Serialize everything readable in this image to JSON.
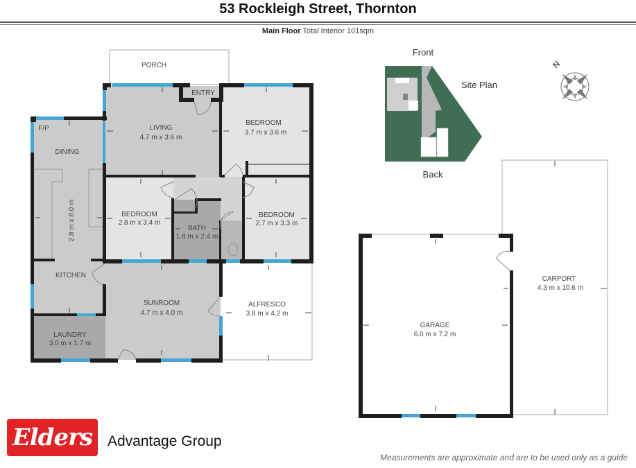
{
  "header": {
    "title": "53 Rockleigh Street, Thornton",
    "floor_label": "Main Floor",
    "interior_label": "Total Interior  101sqm"
  },
  "rooms": {
    "porch": {
      "name": "PORCH"
    },
    "entry": {
      "name": "ENTRY"
    },
    "living": {
      "name": "LIVING",
      "size": "4.7 m x 3.6 m"
    },
    "bedroom1": {
      "name": "BEDROOM",
      "size": "3.7 m x 3.6 m"
    },
    "fireplace": {
      "name": "F/P"
    },
    "dining": {
      "name": "DINING"
    },
    "dining_kitchen_size": "2.8 m x 8.0 m",
    "bedroom2": {
      "name": "BEDROOM",
      "size": "2.8 m x 3.4 m"
    },
    "bath": {
      "name": "BATH",
      "size": "1.8 m x 2.4 m"
    },
    "bedroom3": {
      "name": "BEDROOM",
      "size": "2.7 m x 3.3 m"
    },
    "kitchen": {
      "name": "KITCHEN"
    },
    "sunroom": {
      "name": "SUNROOM",
      "size": "4.7 m x 4.0 m"
    },
    "alfresco": {
      "name": "ALFRESCO",
      "size": "3.8 m x 4.2 m"
    },
    "laundry": {
      "name": "LAUNDRY",
      "size": "3.0 m x 1.7 m"
    },
    "garage": {
      "name": "GARAGE",
      "size": "6.0 m x 7.2 m"
    },
    "carport": {
      "name": "CARPORT",
      "size": "4.3 m x 10.6 m"
    }
  },
  "site_plan": {
    "title": "Site Plan",
    "front_label": "Front",
    "back_label": "Back",
    "compass_label": "N"
  },
  "footer": {
    "brand": "Elders",
    "group": "Advantage Group",
    "disclaimer": "Measurements are approximate and are to be used only as a guide"
  },
  "colors": {
    "wall": "#1e1e1e",
    "window": "#45a6d4",
    "room_light": "#e4e4e4",
    "room_mid": "#cbcbcb",
    "room_dark": "#a9a9a9",
    "site_green": "#3f6e55",
    "brand_red": "#e12328"
  }
}
